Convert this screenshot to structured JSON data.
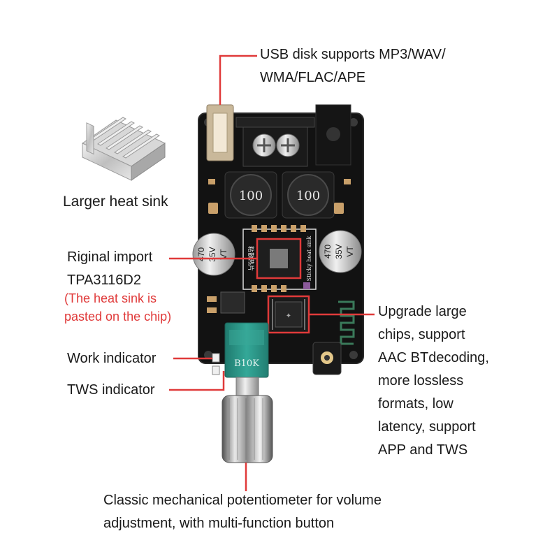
{
  "labels": {
    "usb": [
      "USB disk supports MP3/WAV/",
      "WMA/FLAC/APE"
    ],
    "heatsink": "Larger heat sink",
    "chip": [
      "Riginal import",
      "TPA3116D2"
    ],
    "chip_note": [
      "(The heat sink is",
      "pasted on the chip)"
    ],
    "work": "Work indicator",
    "tws": "TWS indicator",
    "bt": [
      "Upgrade large",
      "chips, support",
      "AAC BTdecoding,",
      "more lossless",
      "formats, low",
      "latency, support",
      "APP and TWS"
    ],
    "pot": [
      "Classic mechanical potentiometer for volume",
      "adjustment, with multi-function button"
    ]
  },
  "board_markings": {
    "inductor": "100",
    "cap_value": "470",
    "cap_voltage": "35V",
    "cap_series": "VT",
    "heat_sink_cn": "粘散热片",
    "heat_sink_en": "Sticky heat sink",
    "pot_marking": "B10K"
  },
  "colors": {
    "pointer": "#e03a3a",
    "board": "#121212",
    "pot_body": "#2e9a8c",
    "text": "#1a1a1a",
    "note": "#e03a3a"
  }
}
